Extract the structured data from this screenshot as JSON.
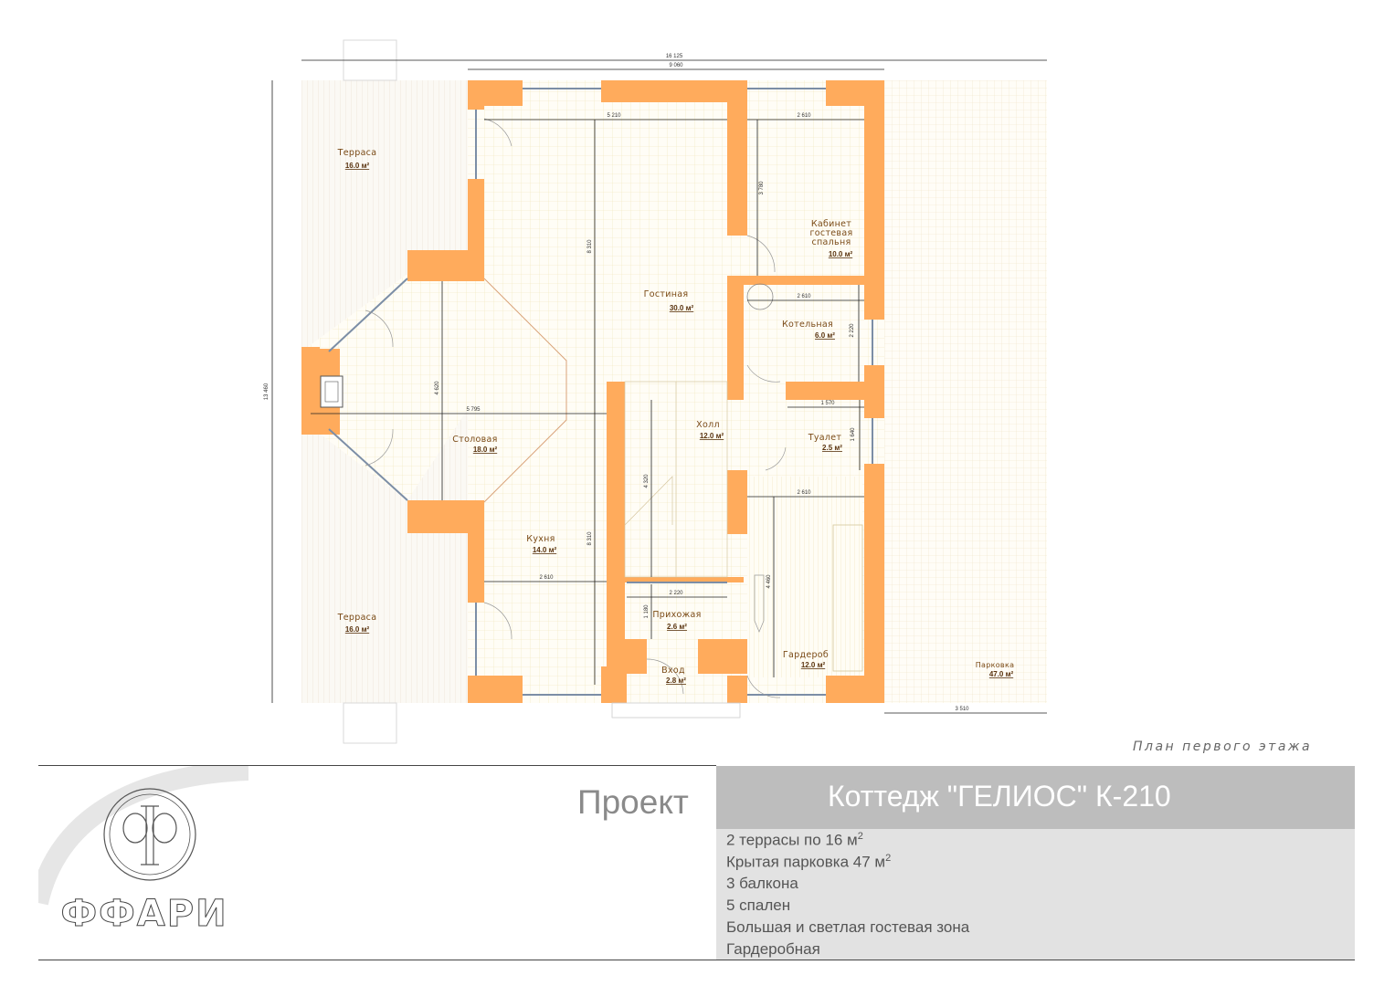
{
  "plan": {
    "dimensions": {
      "total_width": "16 125",
      "main_width": "9 060",
      "total_height": "13 460",
      "living_width": "5 210",
      "office_width": "2 610",
      "office_height": "3 780",
      "living_height": "8 310",
      "boiler_width": "2 610",
      "boiler_height": "2 220",
      "dining_width": "5 795",
      "dining_height": "4 620",
      "wc_width": "1 570",
      "wc_height": "1 640",
      "wardrobe_width": "2 610",
      "hall_height": "4 320",
      "kitchen_height": "8 310",
      "kitchen_width": "2 610",
      "vestibule_width": "2 220",
      "vestibule_height": "1 180",
      "wardrobe_height": "4 460",
      "parking_width": "3 510"
    },
    "rooms": {
      "terrace_top": {
        "name": "Терраса",
        "area": "16.0 м²"
      },
      "terrace_bottom": {
        "name": "Терраса",
        "area": "16.0 м²"
      },
      "living": {
        "name": "Гостиная",
        "area": "30.0 м²"
      },
      "office_l1": "Кабинет",
      "office_l2": "гостевая",
      "office_l3": "спальня",
      "office_area": "10.0 м²",
      "boiler": {
        "name": "Котельная",
        "area": "6.0 м²"
      },
      "dining": {
        "name": "Столовая",
        "area": "18.0 м²"
      },
      "hall": {
        "name": "Холл",
        "area": "12.0 м²"
      },
      "wc": {
        "name": "Туалет",
        "area": "2.5 м²"
      },
      "kitchen": {
        "name": "Кухня",
        "area": "14.0 м²"
      },
      "vestibule": {
        "name": "Прихожая",
        "area": "2.6 м²"
      },
      "entrance": {
        "name": "Вход",
        "area": "2.8 м²"
      },
      "wardrobe": {
        "name": "Гардероб",
        "area": "12.0 м²"
      },
      "parking": {
        "name": "Парковка",
        "area": "47.0 м²"
      }
    },
    "colors": {
      "wall": "#ffab5c",
      "floor_grid": "#f2e7b8",
      "terrace": "#efe6d6"
    }
  },
  "plan_title": "План первого этажа",
  "project_label": "Проект",
  "project_title": "Коттедж \"ГЕЛИОС\" К-210",
  "features": [
    {
      "text": "2 террасы по 16 м",
      "sup": "2"
    },
    {
      "text": "Крытая парковка 47 м",
      "sup": "2"
    },
    {
      "text": "3 балкона",
      "sup": ""
    },
    {
      "text": "5 спален",
      "sup": ""
    },
    {
      "text": "Большая и светлая гостевая зона",
      "sup": ""
    },
    {
      "text": "Гардеробная",
      "sup": ""
    }
  ],
  "logo_text": "ФФАРИ"
}
